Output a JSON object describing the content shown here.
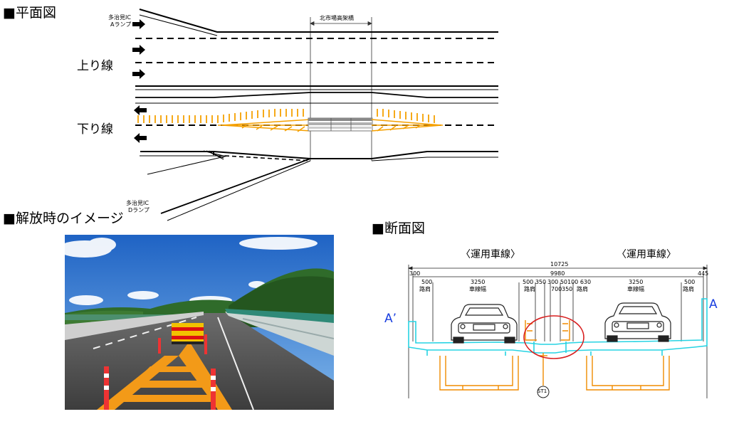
{
  "plan": {
    "heading": "■平面図",
    "upper_label": "上り線",
    "lower_label": "下り線",
    "bridge_label": "北市場高架橋",
    "ramp_a": [
      "多治見IC",
      "Aランプ"
    ],
    "ramp_d": [
      "多治見IC",
      "Dランプ"
    ]
  },
  "photo_section": {
    "heading": "■解放時のイメージ"
  },
  "section": {
    "heading": "■断面図",
    "lane_left": "〈運用車線〉",
    "lane_right": "〈運用車線〉",
    "total_width": "10725",
    "inner_width": "9980",
    "dims": {
      "left_edge": "300",
      "right_edge": "445",
      "left_shoulder": "500",
      "left_lane": "3250",
      "center_left": "500 350",
      "center_mid": "300 50",
      "center_right": "100 630",
      "right_lane": "3250",
      "right_shoulder": "500",
      "under_mid": "700",
      "under_right": "350"
    },
    "labels": {
      "left_shoulder": "路肩",
      "left_lane": "車線幅",
      "center_left": "路肩",
      "center_right": "路肩",
      "right_lane": "車線幅",
      "right_shoulder": "路肩"
    },
    "marker_left": "A’",
    "marker_right": "A",
    "pier_tag": "ST1"
  },
  "colors": {
    "cone_orange": "#F5A000",
    "deck_cyan": "#27D3E3",
    "pier_orange": "#F08C00",
    "marker_blue": "#1A3FE0",
    "highlight_red": "#D81E1E"
  }
}
